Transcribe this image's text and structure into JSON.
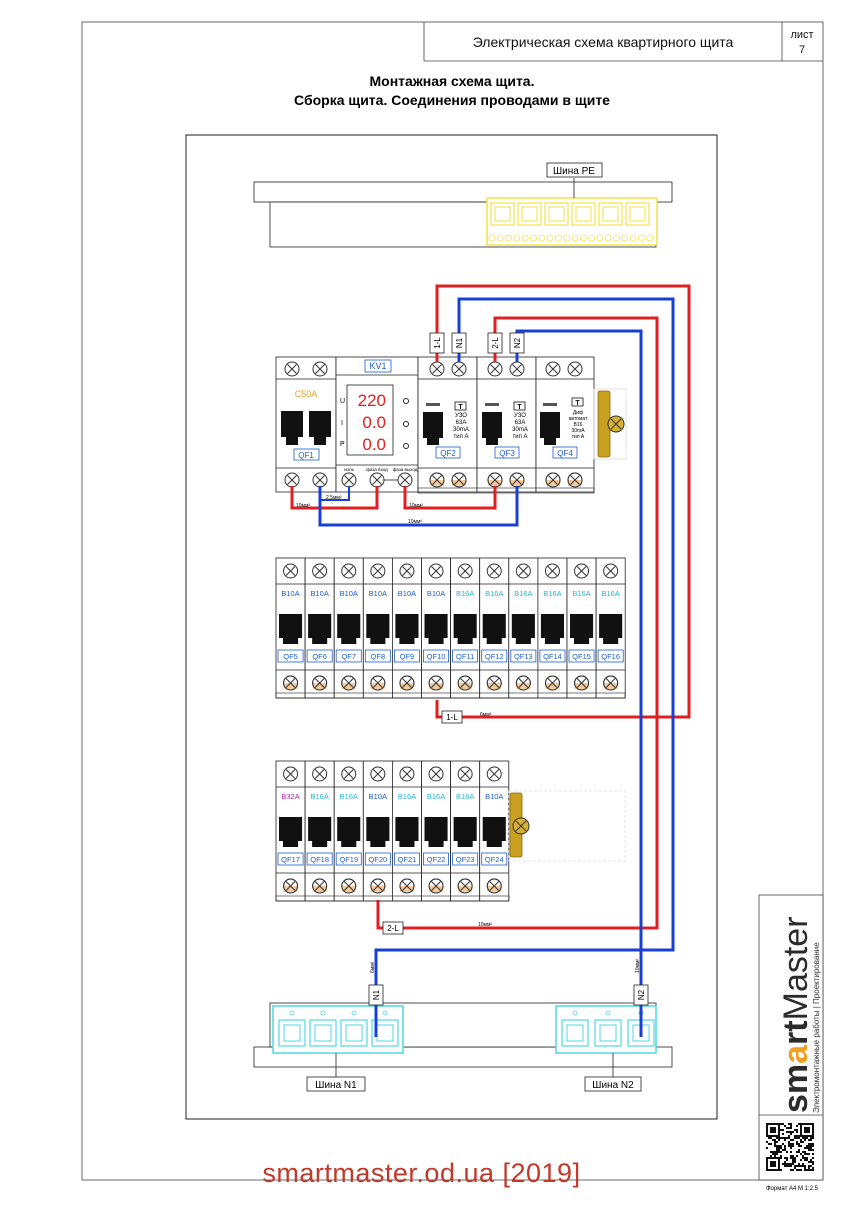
{
  "header": {
    "title": "Электрическая схема квартирного щита",
    "sheet_label": "лист",
    "sheet_number": "7"
  },
  "heading": {
    "line1": "Монтажная схема щита.",
    "line2": "Сборка щита. Соединения проводами в щите"
  },
  "busbars": {
    "pe": "Шина PE",
    "n1": "Шина N1",
    "n2": "Шина N2"
  },
  "top_module": {
    "qf1_rating": "C50A",
    "qf1": "QF1",
    "relay": "KV1",
    "readout_u": "220",
    "readout_i": "0.0",
    "readout_p": "0.0",
    "letter_u": "U",
    "letter_i": "I",
    "letter_p": "P",
    "term_neutral": "ноль",
    "term_phase_in": "фаза вход",
    "term_phase_out": "фаза выход",
    "qf2": "QF2",
    "qf2_spec": [
      "УЗО",
      "63А",
      "30mA",
      "тип А"
    ],
    "qf3": "QF3",
    "qf3_spec": [
      "УЗО",
      "63А",
      "30mA",
      "тип А"
    ],
    "qf4": "QF4",
    "qf4_spec": [
      "Диф",
      "автомат",
      "В16",
      "30mA",
      "тип А"
    ]
  },
  "row1": {
    "breakers": [
      {
        "id": "QF5",
        "rating": "B10A"
      },
      {
        "id": "QF6",
        "rating": "B10A"
      },
      {
        "id": "QF7",
        "rating": "B10A"
      },
      {
        "id": "QF8",
        "rating": "B10A"
      },
      {
        "id": "QF9",
        "rating": "B10A"
      },
      {
        "id": "QF10",
        "rating": "B10A"
      },
      {
        "id": "QF11",
        "rating": "B16A"
      },
      {
        "id": "QF12",
        "rating": "B16A"
      },
      {
        "id": "QF13",
        "rating": "B16A"
      },
      {
        "id": "QF14",
        "rating": "B16A"
      },
      {
        "id": "QF15",
        "rating": "B16A"
      },
      {
        "id": "QF16",
        "rating": "B16A"
      }
    ]
  },
  "row2": {
    "breakers": [
      {
        "id": "QF17",
        "rating": "B32A"
      },
      {
        "id": "QF18",
        "rating": "B16A"
      },
      {
        "id": "QF19",
        "rating": "B16A"
      },
      {
        "id": "QF20",
        "rating": "B10A"
      },
      {
        "id": "QF21",
        "rating": "B16A"
      },
      {
        "id": "QF22",
        "rating": "B16A"
      },
      {
        "id": "QF23",
        "rating": "B16A"
      },
      {
        "id": "QF24",
        "rating": "B10A"
      }
    ]
  },
  "wire_labels": {
    "l1": "1-L",
    "n1": "N1",
    "l2": "2-L",
    "n2": "N2",
    "w_10a": "10мм²",
    "w_25": "2,5мм²",
    "w_10b": "10мм²",
    "w_10c": "10мм²",
    "w_6a": "6мм²",
    "w_10d": "10мм²",
    "w_6b": "6мм²",
    "w_10e": "10мм²"
  },
  "brand": {
    "sm": "sm",
    "a": "a",
    "rt": "rt",
    "master": "Master",
    "tagline": "Электромонтажные работы | Проектирование"
  },
  "footer": {
    "url": "smartmaster.od.ua [2019]",
    "format": "Формат А4   М 1:2.5"
  },
  "colors": {
    "phase": "#e02020",
    "neutral": "#1a3fd6",
    "pe_bus": "#f5e24a",
    "n_bus": "#4fd9e6",
    "rating_cyan": "#2ab6d8",
    "rating_blue": "#1f5fd0",
    "rating_magenta": "#c020c0",
    "qf1_orange": "#f0a020"
  }
}
